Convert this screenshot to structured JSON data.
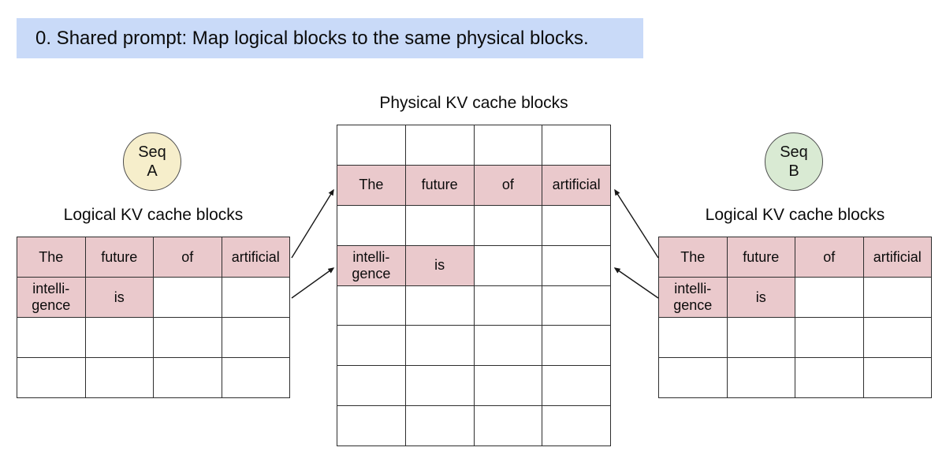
{
  "title": {
    "text": "0. Shared prompt: Map logical blocks to the same physical blocks."
  },
  "colors": {
    "title_bg": "#c9daf8",
    "highlight_cell": "#eac9cc",
    "seq_a_fill": "#f6eecb",
    "seq_b_fill": "#d9ead3",
    "table_border": "#2e2e2e"
  },
  "seq_a": {
    "label": "Seq\nA"
  },
  "seq_b": {
    "label": "Seq\nB"
  },
  "left_panel": {
    "heading": "Logical KV cache blocks",
    "table": {
      "rows": [
        [
          {
            "text": "The",
            "filled": true
          },
          {
            "text": "future",
            "filled": true
          },
          {
            "text": "of",
            "filled": true
          },
          {
            "text": "artificial",
            "filled": true
          }
        ],
        [
          {
            "text": "intelli-\ngence",
            "filled": true
          },
          {
            "text": "is",
            "filled": true
          },
          {
            "text": "",
            "filled": false
          },
          {
            "text": "",
            "filled": false
          }
        ],
        [
          {
            "text": "",
            "filled": false
          },
          {
            "text": "",
            "filled": false
          },
          {
            "text": "",
            "filled": false
          },
          {
            "text": "",
            "filled": false
          }
        ],
        [
          {
            "text": "",
            "filled": false
          },
          {
            "text": "",
            "filled": false
          },
          {
            "text": "",
            "filled": false
          },
          {
            "text": "",
            "filled": false
          }
        ]
      ]
    }
  },
  "center_panel": {
    "heading": "Physical KV cache blocks",
    "table": {
      "rows": [
        [
          {
            "text": "",
            "filled": false
          },
          {
            "text": "",
            "filled": false
          },
          {
            "text": "",
            "filled": false
          },
          {
            "text": "",
            "filled": false
          }
        ],
        [
          {
            "text": "The",
            "filled": true
          },
          {
            "text": "future",
            "filled": true
          },
          {
            "text": "of",
            "filled": true
          },
          {
            "text": "artificial",
            "filled": true
          }
        ],
        [
          {
            "text": "",
            "filled": false
          },
          {
            "text": "",
            "filled": false
          },
          {
            "text": "",
            "filled": false
          },
          {
            "text": "",
            "filled": false
          }
        ],
        [
          {
            "text": "intelli-\ngence",
            "filled": true
          },
          {
            "text": "is",
            "filled": true
          },
          {
            "text": "",
            "filled": false
          },
          {
            "text": "",
            "filled": false
          }
        ],
        [
          {
            "text": "",
            "filled": false
          },
          {
            "text": "",
            "filled": false
          },
          {
            "text": "",
            "filled": false
          },
          {
            "text": "",
            "filled": false
          }
        ],
        [
          {
            "text": "",
            "filled": false
          },
          {
            "text": "",
            "filled": false
          },
          {
            "text": "",
            "filled": false
          },
          {
            "text": "",
            "filled": false
          }
        ],
        [
          {
            "text": "",
            "filled": false
          },
          {
            "text": "",
            "filled": false
          },
          {
            "text": "",
            "filled": false
          },
          {
            "text": "",
            "filled": false
          }
        ],
        [
          {
            "text": "",
            "filled": false
          },
          {
            "text": "",
            "filled": false
          },
          {
            "text": "",
            "filled": false
          },
          {
            "text": "",
            "filled": false
          }
        ]
      ]
    }
  },
  "right_panel": {
    "heading": "Logical KV cache blocks",
    "table": {
      "rows": [
        [
          {
            "text": "The",
            "filled": true
          },
          {
            "text": "future",
            "filled": true
          },
          {
            "text": "of",
            "filled": true
          },
          {
            "text": "artificial",
            "filled": true
          }
        ],
        [
          {
            "text": "intelli-\ngence",
            "filled": true
          },
          {
            "text": "is",
            "filled": true
          },
          {
            "text": "",
            "filled": false
          },
          {
            "text": "",
            "filled": false
          }
        ],
        [
          {
            "text": "",
            "filled": false
          },
          {
            "text": "",
            "filled": false
          },
          {
            "text": "",
            "filled": false
          },
          {
            "text": "",
            "filled": false
          }
        ],
        [
          {
            "text": "",
            "filled": false
          },
          {
            "text": "",
            "filled": false
          },
          {
            "text": "",
            "filled": false
          },
          {
            "text": "",
            "filled": false
          }
        ]
      ]
    }
  }
}
